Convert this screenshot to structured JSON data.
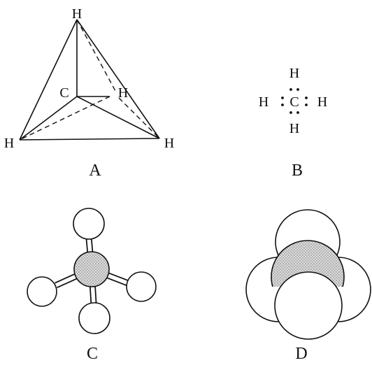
{
  "figure": {
    "panel_labels": {
      "A": "A",
      "B": "B",
      "C": "C",
      "D": "D"
    },
    "tetrahedral": {
      "top": "H",
      "center": "C",
      "back_right": "H",
      "left": "H",
      "right": "H"
    },
    "electron_dot": {
      "top": "H",
      "center": "C",
      "left": "H",
      "right": "H",
      "bottom": "H"
    }
  },
  "colors": {
    "ink": "#111111",
    "background": "#ffffff",
    "carbon_fill": "#bdbdbd"
  }
}
